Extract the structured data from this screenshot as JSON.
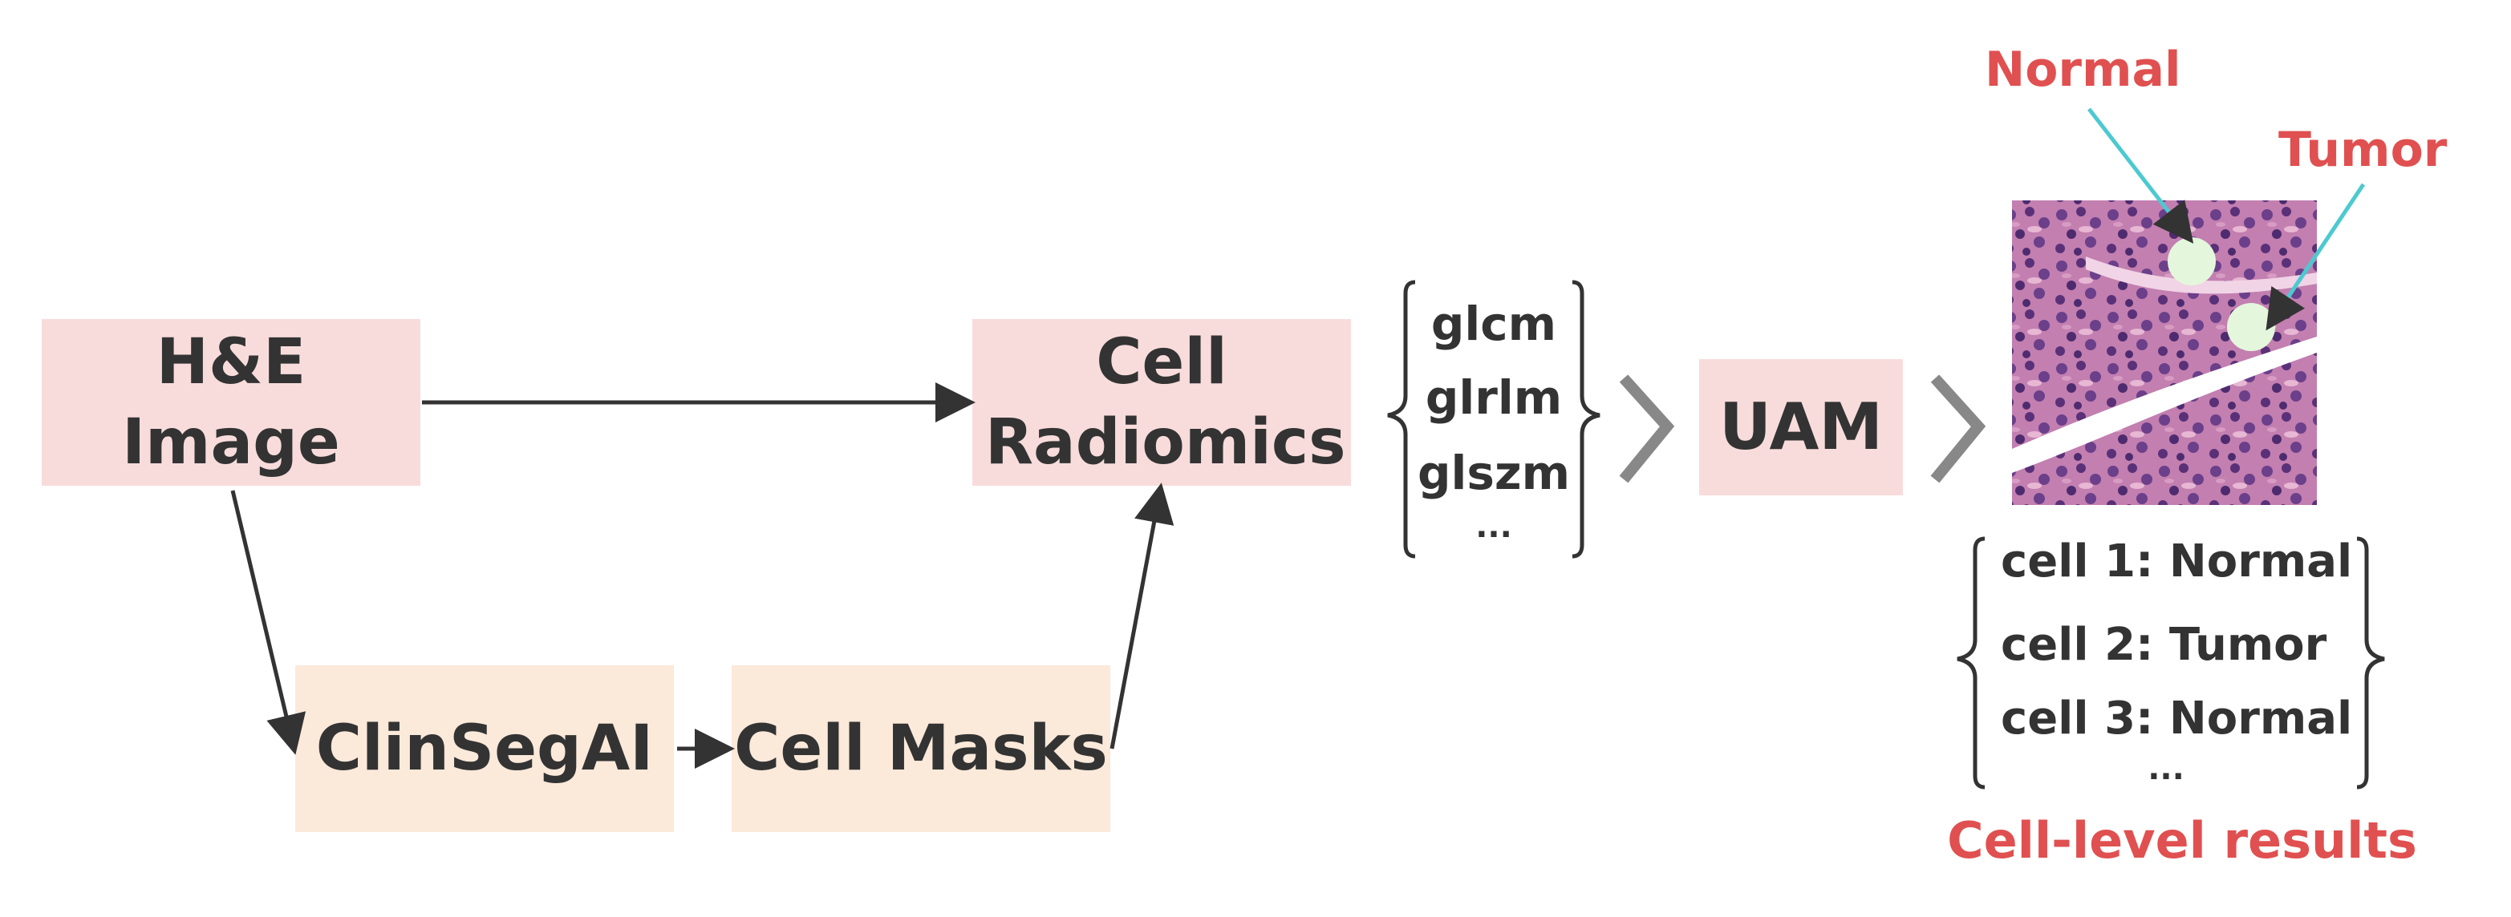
{
  "nodes": {
    "he_image": "H&E Image",
    "cell_radiomics": "Cell Radiomics",
    "clinsegai": "ClinSegAI",
    "cell_masks": "Cell Masks",
    "uam": "UAM"
  },
  "features": [
    "glcm",
    "glrlm",
    "glszm",
    "..."
  ],
  "tissue_labels": {
    "normal": "Normal",
    "tumor": "Tumor"
  },
  "results": [
    "cell 1: Normal",
    "cell 2: Tumor",
    "cell 3: Normal",
    "..."
  ],
  "results_caption": "Cell-level results",
  "colors": {
    "pink_box": "#f8dcdc",
    "peach_box": "#fbe9da",
    "label_red": "#e05050",
    "leader_cyan": "#4dc9d0",
    "chevron_gray": "#888888",
    "text_dark": "#333333"
  }
}
